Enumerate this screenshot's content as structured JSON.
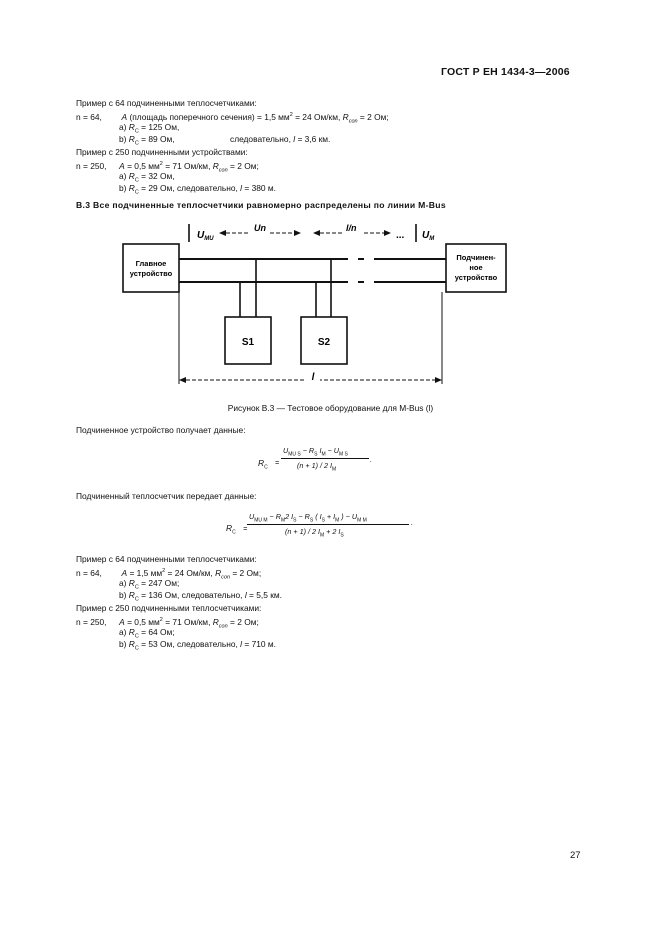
{
  "header": {
    "doc_id": "ГОСТ Р ЕН 1434-3—2006"
  },
  "block1": {
    "example_title": "Пример с 64 подчиненными теплосчетчиками:",
    "n": "n = 64,",
    "cond_a": "A",
    "cond_text": "(площадь поперечного сечения) = 1,5 мм",
    "cond_sup": "2",
    "cond_rest": "= 24 Ом/км,",
    "rcon_r": "R",
    "rcon_sub": "con",
    "rcon_val": "= 2 Ом;",
    "a_label": "a)",
    "a_rc": "R",
    "a_sub": "C",
    "a_val": "= 125 Ом,",
    "b_label": "b)",
    "b_rc": "R",
    "b_sub": "C",
    "b_val": "= 89 Ом,",
    "b_then": "следовательно,",
    "b_l": "l",
    "b_lval": "= 3,6 км."
  },
  "block2": {
    "example_title": "Пример с 250 подчиненными устройствами:",
    "n": "n = 250,",
    "cond_a": "A",
    "cond_text": "= 0,5 мм",
    "cond_sup": "2",
    "cond_rest": "= 71 Ом/км,",
    "rcon_r": "R",
    "rcon_sub": "con",
    "rcon_val": "= 2 Ом;",
    "a_label": "a)",
    "a_rc": "R",
    "a_sub": "C",
    "a_val": "= 32 Ом,",
    "b_label": "b)",
    "b_rc": "R",
    "b_sub": "C",
    "b_val": "= 29 Ом, следовательно,",
    "b_l": "l",
    "b_lval": "= 380 м."
  },
  "section": {
    "number": "B.3",
    "title": "Все подчиненные теплосчетчики равномерно распределены по линии M-Bus"
  },
  "figure": {
    "master_label_1": "Главное",
    "master_label_2": "устройство",
    "slave_label_1": "Подчинен-",
    "slave_label_2": "ное",
    "slave_label_3": "устройство",
    "s1": "S1",
    "s2": "S2",
    "u_mu": "U",
    "u_mu_sub": "MU",
    "u_m": "U",
    "u_m_sub": "M",
    "un": "Un",
    "ln": "l/n",
    "dots": "...",
    "l": "l",
    "caption": "Рисунок B.3 — Тестовое оборудование для M-Bus (l)"
  },
  "formula1": {
    "intro": "Подчиненное устройство получает данные:",
    "lhs": "R",
    "lhs_sub": "C",
    "eq": "=",
    "num": "U",
    "num_sub1": "MU S",
    "num_mid": "− R",
    "num_sub2": "S",
    "num_i": "I",
    "num_sub3": "M",
    "num_minus": "− U",
    "num_sub4": "M S",
    "den": "(n + 1) / 2 I",
    "den_sub": "M",
    "end": "."
  },
  "formula2": {
    "intro": "Подчиненный теплосчетчик передает данные:",
    "lhs": "R",
    "lhs_sub": "C",
    "eq": "=",
    "num_a": "U",
    "num_a_sub": "MU M",
    "num_b": "− R",
    "num_b_sub": "M",
    "num_c": "2 I",
    "num_c_sub": "S",
    "num_d": "− R",
    "num_d_sub": "S",
    "num_e": "( I",
    "num_e_sub": "S",
    "num_f": "+ I",
    "num_f_sub": "M",
    "num_g": ") − U",
    "num_g_sub": "M M",
    "den": "(n + 1) / 2 I",
    "den_sub1": "M",
    "den_mid": "+ 2 I",
    "den_sub2": "S",
    "end": "."
  },
  "block3": {
    "example_title": "Пример с 64 подчиненными теплосчетчиками:",
    "n": "n = 64,",
    "cond_a": "A",
    "cond_text": "= 1,5 мм",
    "cond_sup": "2",
    "cond_rest": "= 24 Ом/км,",
    "rcon_r": "R",
    "rcon_sub": "con",
    "rcon_val": "= 2 Ом;",
    "a_label": "a)",
    "a_rc": "R",
    "a_sub": "C",
    "a_val": "= 247 Ом;",
    "b_label": "b)",
    "b_rc": "R",
    "b_sub": "C",
    "b_val": "= 136 Ом, следовательно,",
    "b_l": "l",
    "b_lval": "= 5,5 км."
  },
  "block4": {
    "example_title": "Пример с 250 подчиненными теплосчетчиками:",
    "n": "n = 250,",
    "cond_a": "A",
    "cond_text": "= 0,5 мм",
    "cond_sup": "2",
    "cond_rest": "= 71 Ом/км,",
    "rcon_r": "R",
    "rcon_sub": "con",
    "rcon_val": "= 2 Ом;",
    "a_label": "a)",
    "a_rc": "R",
    "a_sub": "C",
    "a_val": "= 64 Ом;",
    "b_label": "b)",
    "b_rc": "R",
    "b_sub": "C",
    "b_val": "= 53 Ом, следовательно,",
    "b_l": "l",
    "b_lval": "= 710 м."
  },
  "footer": {
    "page_number": "27"
  }
}
